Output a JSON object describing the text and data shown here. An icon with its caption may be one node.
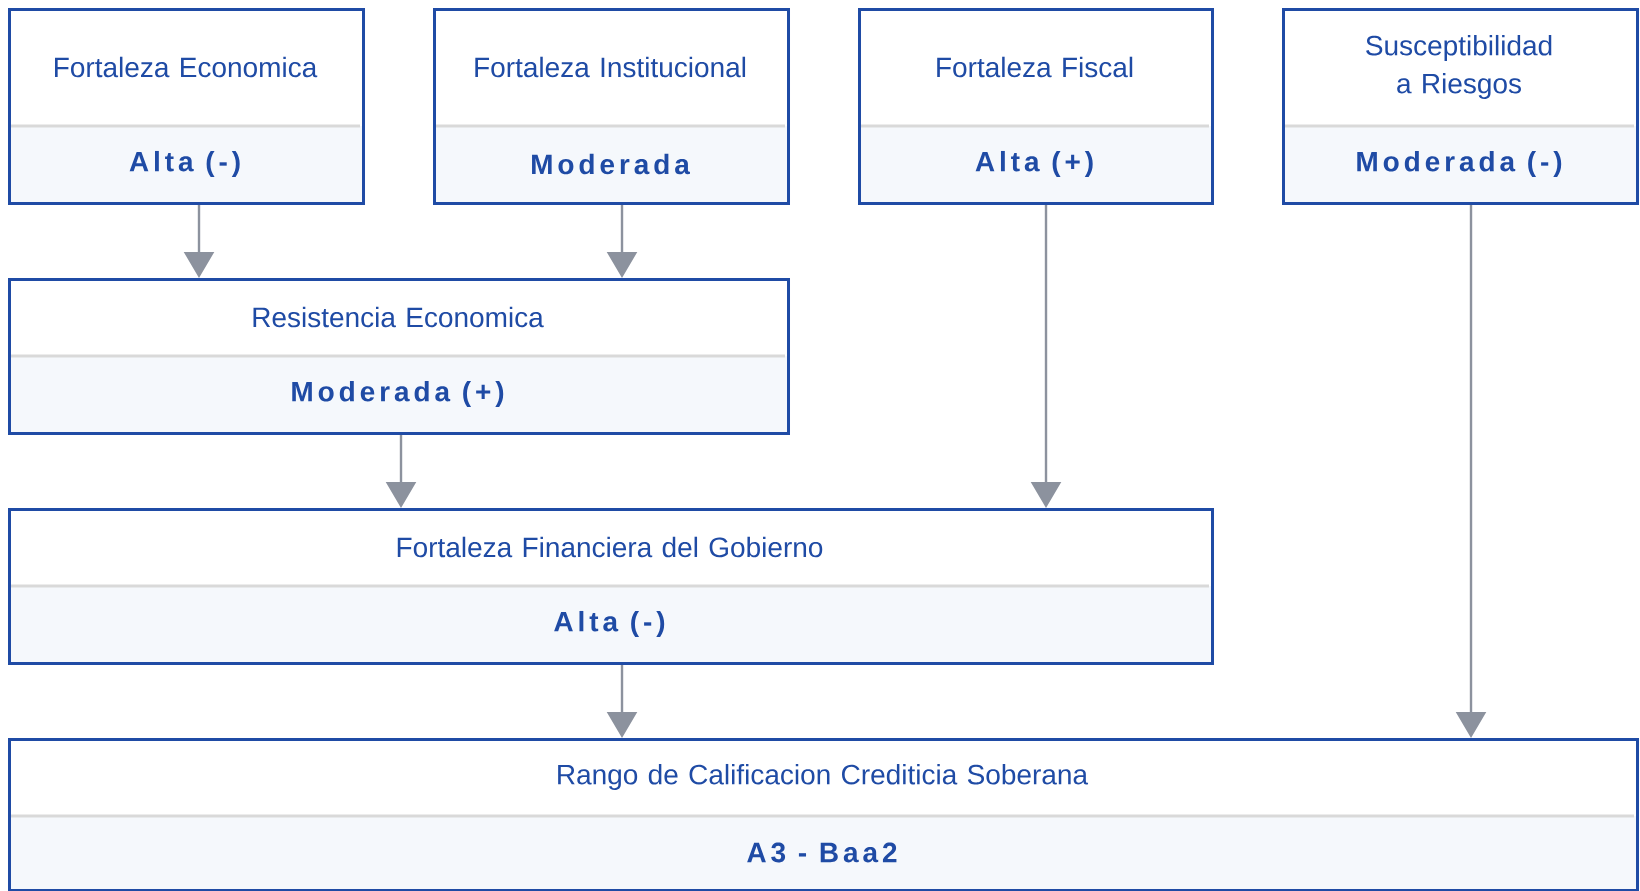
{
  "diagram": {
    "nodes": [
      {
        "text": [
          "Fortaleza Economica",
          "Alta (-)"
        ]
      },
      {
        "text": [
          "Fortaleza Institucional",
          "Moderada"
        ]
      },
      {
        "text": [
          "Fortaleza Fiscal",
          "Alta (+)"
        ]
      },
      {
        "text": [
          "Susceptibilidad a Riesgos",
          "Moderada (-)"
        ]
      },
      {
        "text": [
          "Resistencia Economica",
          "Moderada (+)"
        ]
      },
      {
        "text": [
          "Fortaleza Financiera del Gobierno",
          "Alta (-)"
        ]
      },
      {
        "text": [
          "Rango de Calificacion Crediticia Soberana",
          "A3 - Baa2"
        ]
      }
    ],
    "edges": [
      {
        "from": 0,
        "to": 4,
        "arrow": "to"
      },
      {
        "from": 1,
        "to": 4,
        "arrow": "to"
      },
      {
        "from": 4,
        "to": 5,
        "arrow": "to"
      },
      {
        "from": 2,
        "to": 5,
        "arrow": "to"
      },
      {
        "from": 5,
        "to": 6,
        "arrow": "to"
      },
      {
        "from": 3,
        "to": 6,
        "arrow": "to"
      }
    ]
  }
}
